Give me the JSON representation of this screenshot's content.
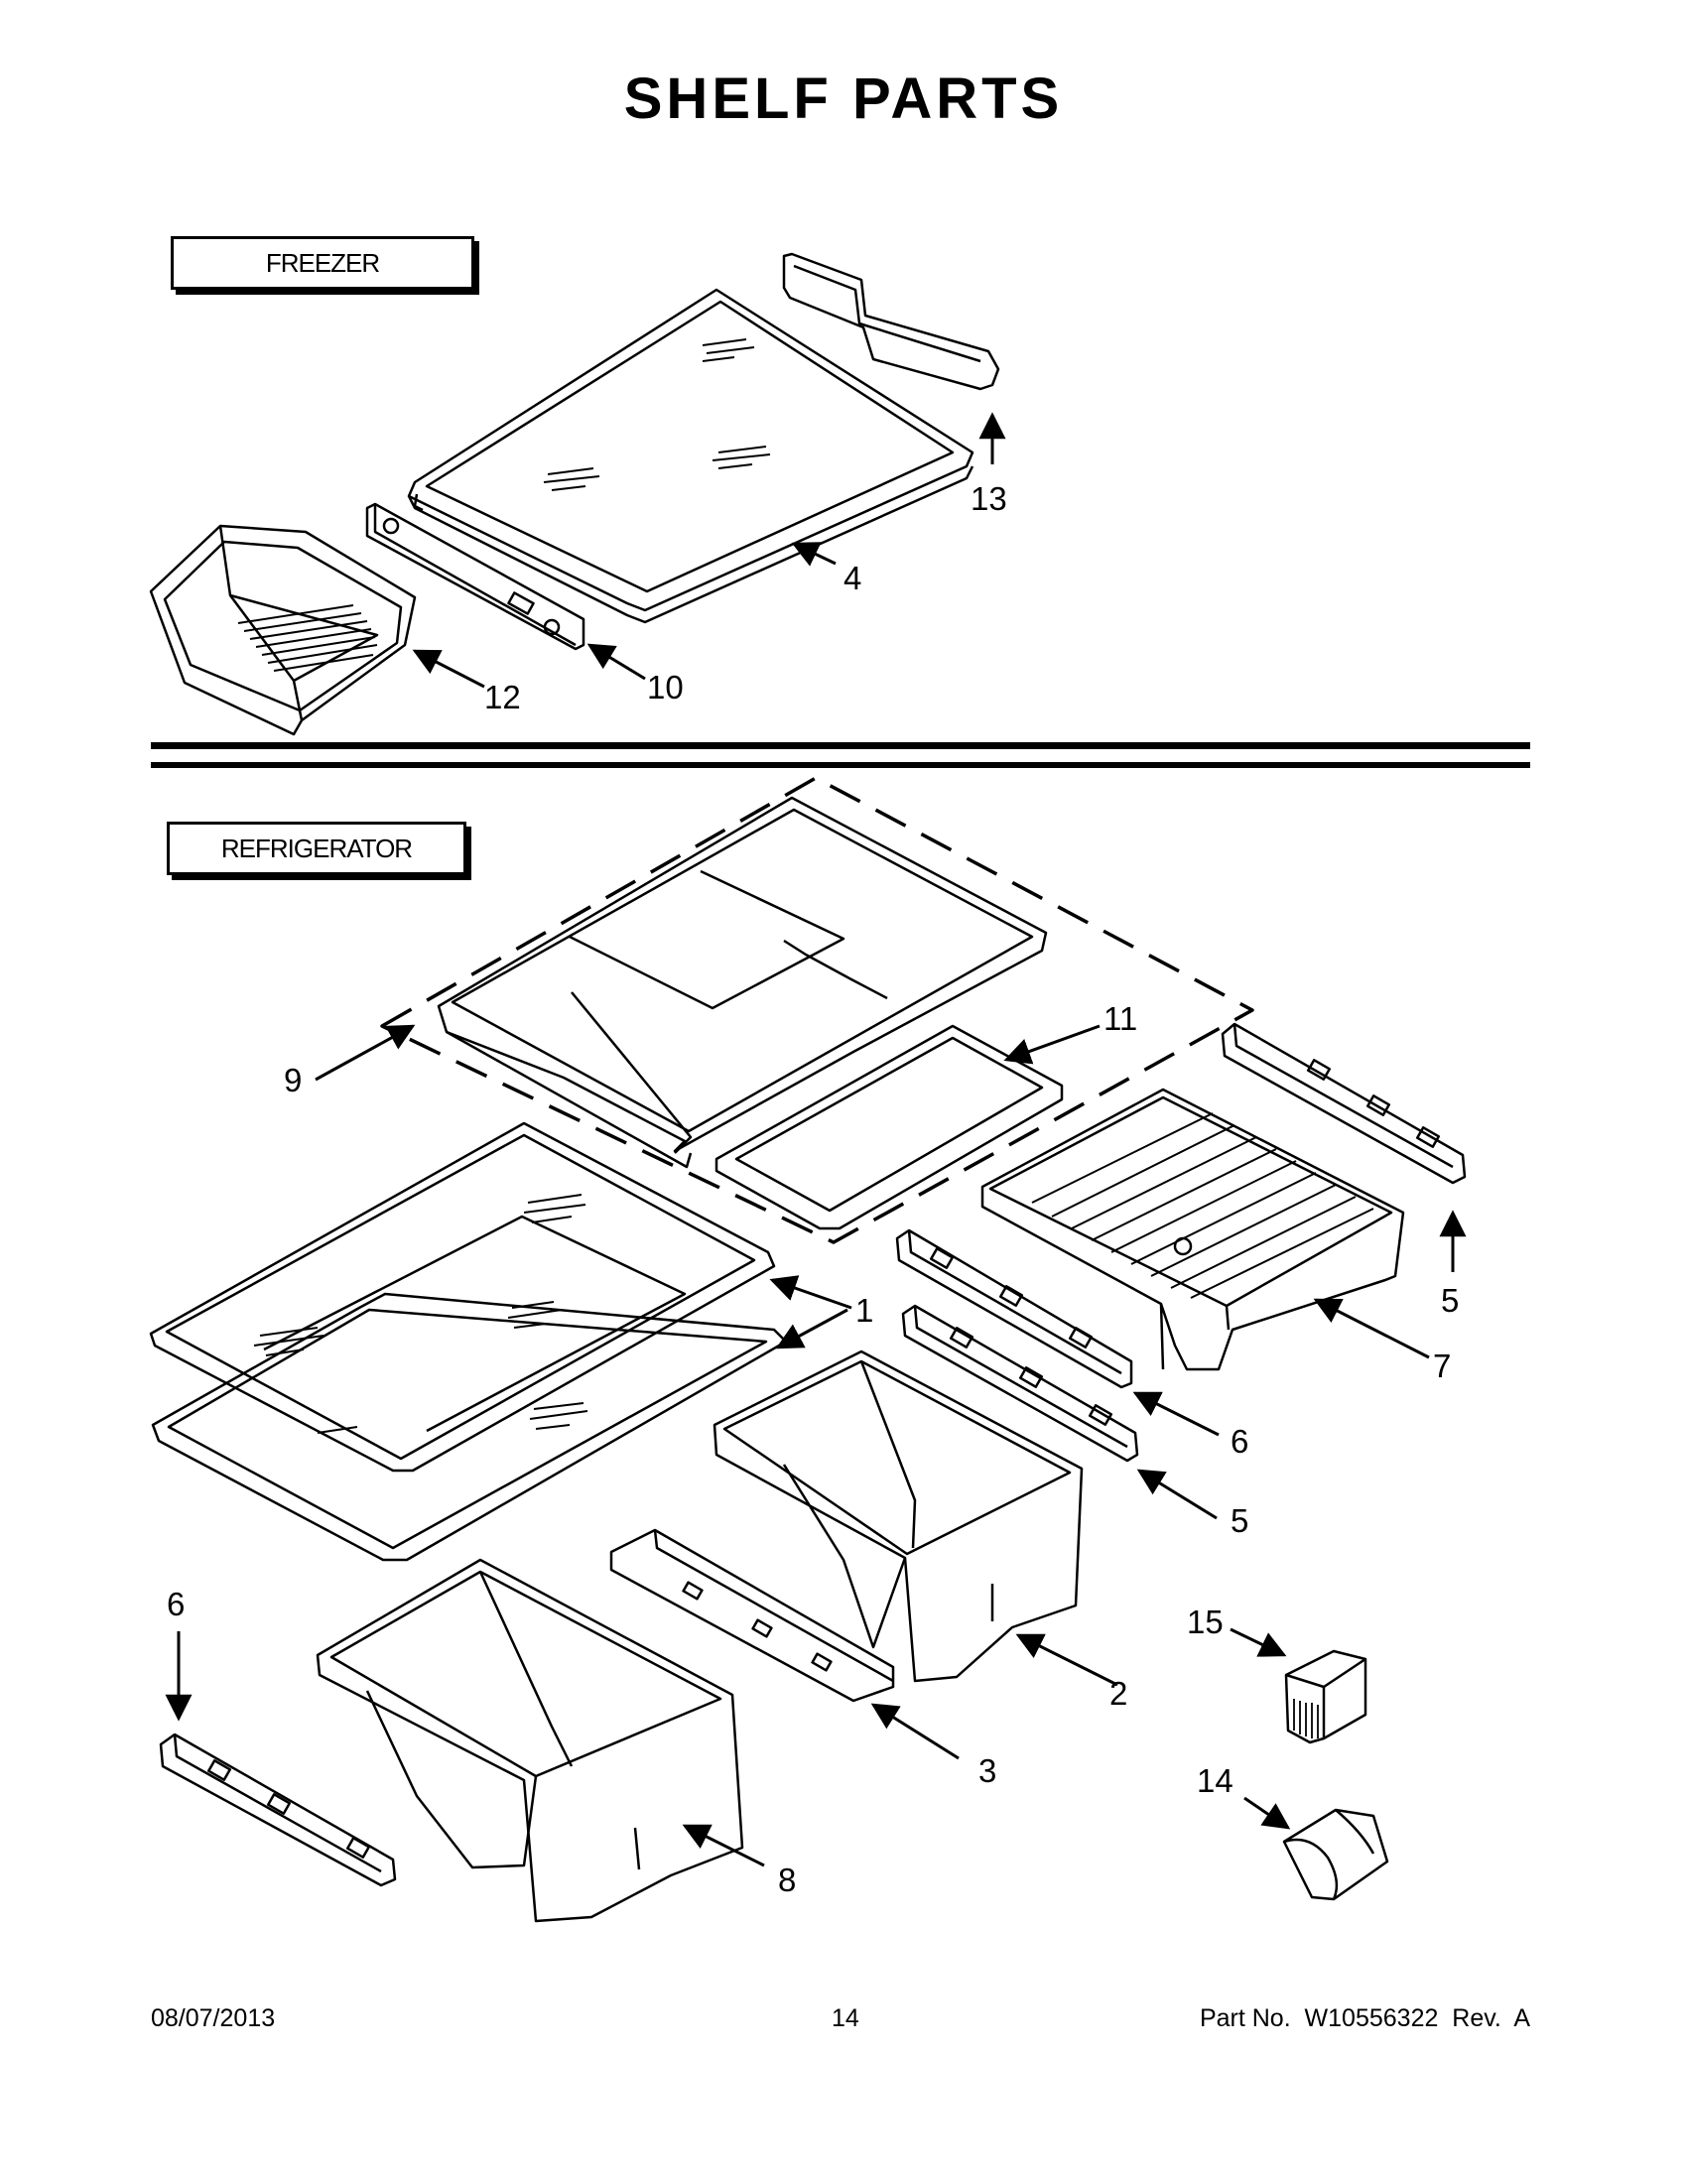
{
  "title": "SHELF PARTS",
  "sections": {
    "freezer": "FREEZER",
    "refrigerator": "REFRIGERATOR"
  },
  "callouts": {
    "c13": "13",
    "c4": "4",
    "c10": "10",
    "c12": "12",
    "c11": "11",
    "c9": "9",
    "c5a": "5",
    "c1": "1",
    "c7": "7",
    "c6a": "6",
    "c5b": "5",
    "c6b": "6",
    "c15": "15",
    "c2": "2",
    "c3": "3",
    "c14": "14",
    "c8": "8"
  },
  "footer": {
    "date": "08/07/2013",
    "page": "14",
    "part": "Part No.  W10556322  Rev.  A"
  }
}
